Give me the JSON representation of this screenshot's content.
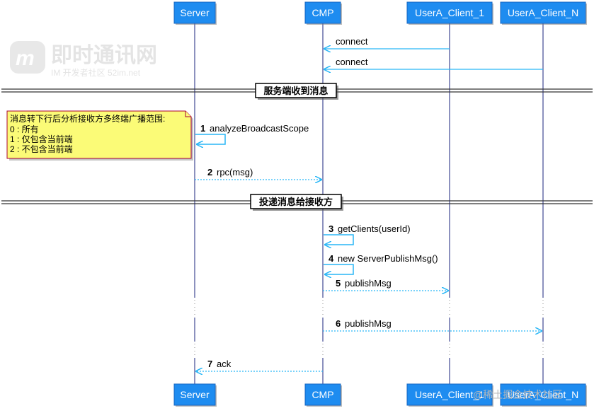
{
  "participants": [
    {
      "id": "server",
      "label": "Server"
    },
    {
      "id": "cmp",
      "label": "CMP"
    },
    {
      "id": "client1",
      "label": "UserA_Client_1"
    },
    {
      "id": "clientn",
      "label": "UserA_Client_N"
    }
  ],
  "messages": [
    {
      "from": "client1",
      "to": "cmp",
      "num": "",
      "text": "connect",
      "style": "solid"
    },
    {
      "from": "clientn",
      "to": "cmp",
      "num": "",
      "text": "connect",
      "style": "solid"
    },
    {
      "from": "server",
      "to": "server",
      "num": "1",
      "text": "analyzeBroadcastScope",
      "style": "self"
    },
    {
      "from": "server",
      "to": "cmp",
      "num": "2",
      "text": "rpc(msg)",
      "style": "dotted"
    },
    {
      "from": "cmp",
      "to": "cmp",
      "num": "3",
      "text": "getClients(userId)",
      "style": "self"
    },
    {
      "from": "cmp",
      "to": "cmp",
      "num": "4",
      "text": "new ServerPublishMsg()",
      "style": "self"
    },
    {
      "from": "cmp",
      "to": "client1",
      "num": "5",
      "text": "publishMsg",
      "style": "dotted"
    },
    {
      "from": "cmp",
      "to": "clientn",
      "num": "6",
      "text": "publishMsg",
      "style": "dotted"
    },
    {
      "from": "cmp",
      "to": "server",
      "num": "7",
      "text": "ack",
      "style": "dotted"
    }
  ],
  "dividers": [
    {
      "label": "服务端收到消息"
    },
    {
      "label": "投递消息给接收方"
    }
  ],
  "note": {
    "lines": [
      "消息转下行后分析接收方多终端广播范围:",
      "0 : 所有",
      "1 : 仅包含当前端",
      "2 : 不包含当前端"
    ]
  },
  "watermarks": {
    "top_logo": "m",
    "top_main": "即时通讯网",
    "top_sub": "IM 开发者社区  52im.net",
    "bottom": "@稀土掘金技术社区"
  },
  "colors": {
    "participant_fill": "#1e8cf0",
    "participant_border": "#1565c0",
    "lifeline": "#1a237e",
    "arrow": "#29b6f6",
    "note_fill": "#fbfb77",
    "note_border": "#a80036",
    "divider_line": "#333333"
  }
}
